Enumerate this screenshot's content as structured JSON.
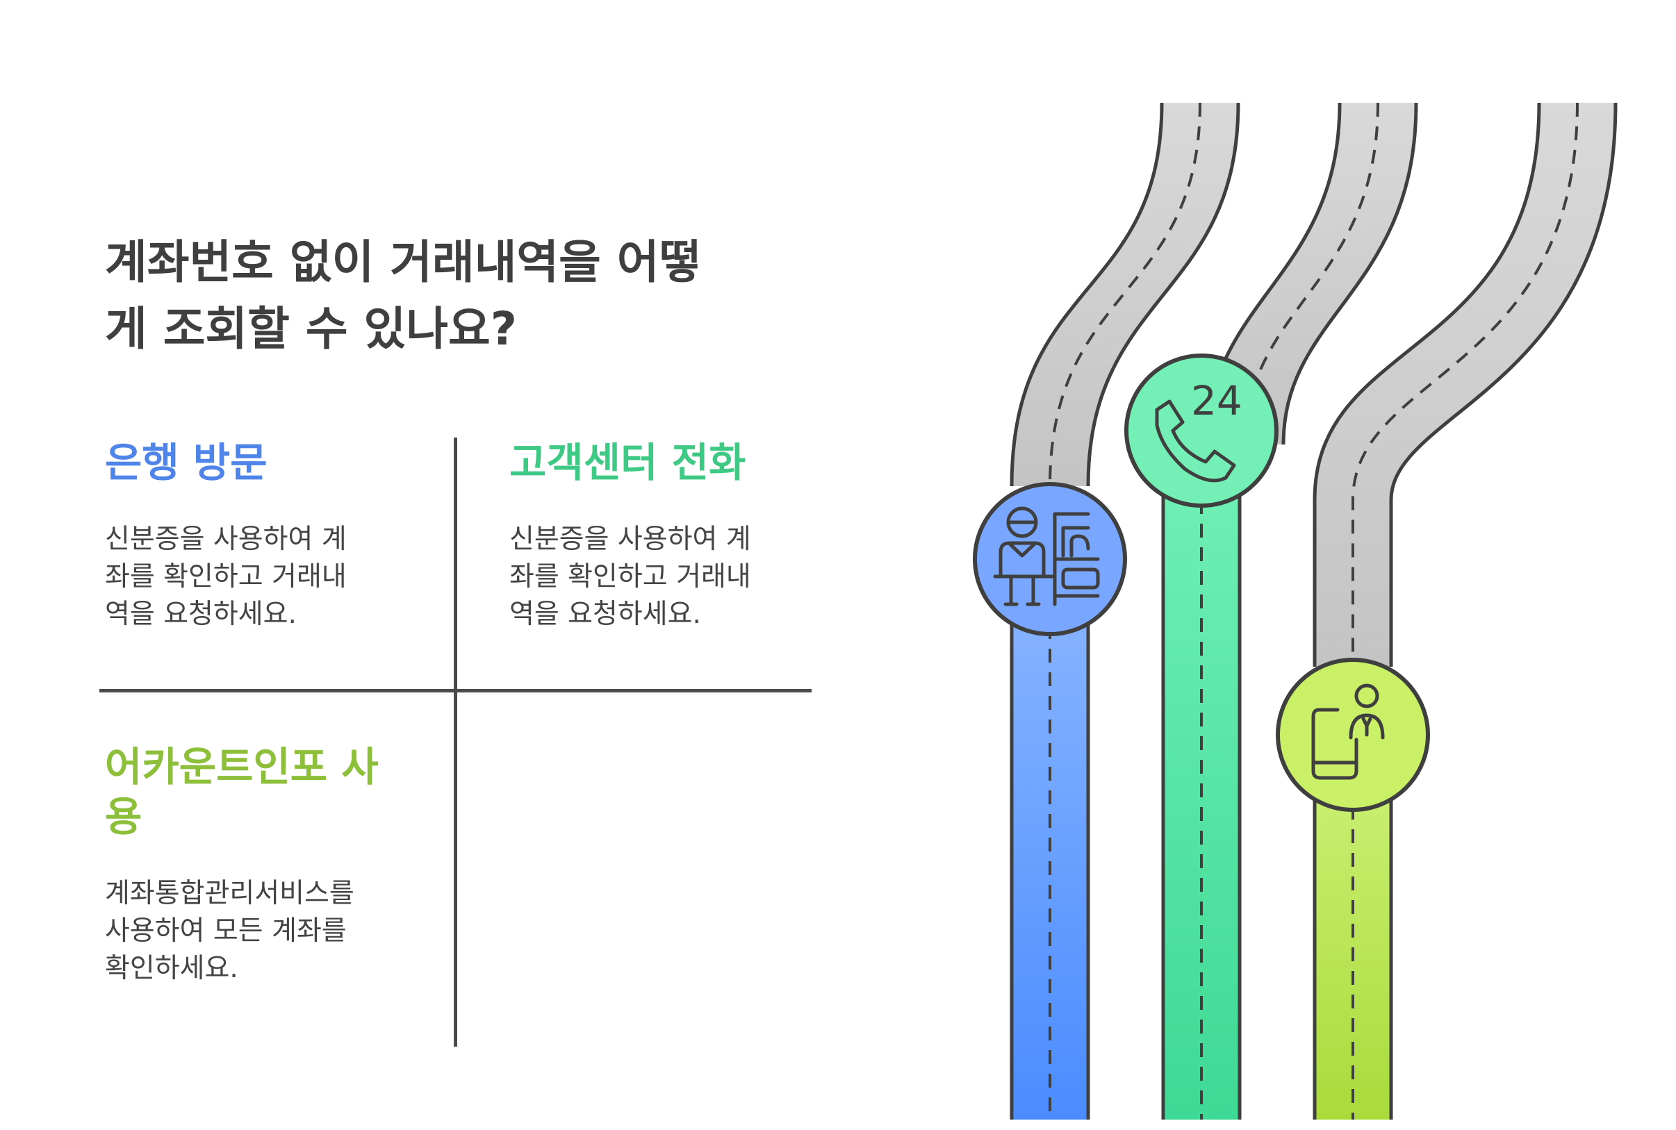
{
  "title": {
    "line1": "계좌번호 없이 거래내역을 어떻",
    "line2": "게 조회할 수 있나요?"
  },
  "sections": [
    {
      "title_lines": [
        "은행 방문"
      ],
      "desc_lines": [
        "신분증을 사용하여 계",
        "좌를 확인하고 거래내",
        "역을 요청하세요."
      ],
      "color": "#4f84e8"
    },
    {
      "title_lines": [
        "고객센터 전화"
      ],
      "desc_lines": [
        "신분증을 사용하여 계",
        "좌를 확인하고 거래내",
        "역을 요청하세요."
      ],
      "color": "#3ec984"
    },
    {
      "title_lines": [
        "어카운트인포 사",
        "용"
      ],
      "desc_lines": [
        "계좌통합관리서비스를",
        "사용하여 모든 계좌를",
        "확인하세요."
      ],
      "color": "#8dbf3a"
    }
  ],
  "icons": {
    "badge_text": "24",
    "road1_icon": "bank-teller-icon",
    "road2_icon": "phone-24-icon",
    "road3_icon": "mobile-person-icon"
  },
  "colors": {
    "road_gray": "#d2d2d2",
    "road_outline": "#3f3f3f",
    "blue": "#5b94ff",
    "green": "#55e3a4",
    "lime": "#c2ec5a"
  }
}
